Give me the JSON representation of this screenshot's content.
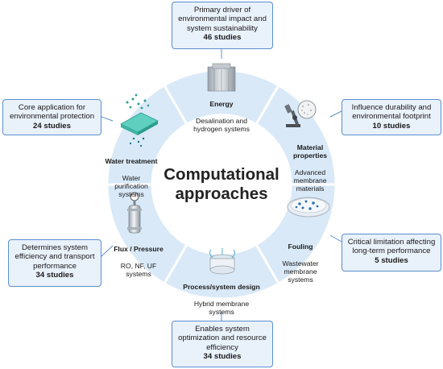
{
  "center_title": "Computational\napproaches",
  "segments": [
    {
      "id": "energy",
      "title": "Energy",
      "subtitle": "Desalination and\nhydrogen systems",
      "icon": "building-icon"
    },
    {
      "id": "material",
      "title": "Material\nproperties",
      "subtitle": "Advanced\nmembrane\nmaterials",
      "icon": "microscope-icon"
    },
    {
      "id": "fouling",
      "title": "Fouling",
      "subtitle": "Wastewater\nmembrane\nsystems",
      "icon": "petri-dish-icon"
    },
    {
      "id": "process",
      "title": "Process/system design",
      "subtitle": "Hybrid membrane\nsystems",
      "icon": "membrane-module-icon"
    },
    {
      "id": "flux",
      "title": "Flux / Pressure",
      "subtitle": "RO, NF, UF\nsystems",
      "icon": "pressure-vessel-icon"
    },
    {
      "id": "water",
      "title": "Water treatment",
      "subtitle": "Water\npurification\nsystems",
      "icon": "filter-membrane-icon"
    }
  ],
  "boxes": {
    "energy": {
      "desc": "Primary driver of\nenvironmental impact and\nsystem sustainability",
      "count": "46 studies"
    },
    "material": {
      "desc": "Influence durability and\nenvironmental footprint",
      "count": "10 studies"
    },
    "fouling": {
      "desc": "Critical limitation affecting\nlong-term performance",
      "count": "5 studies"
    },
    "process": {
      "desc": "Enables system\noptimization and resource\nefficiency",
      "count": "34 studies"
    },
    "flux": {
      "desc": "Determines system\nefficiency and transport\nperformance",
      "count": "34 studies"
    },
    "water": {
      "desc": "Core application for\nenvironmental protection",
      "count": "24 studies"
    }
  },
  "colors": {
    "ring": "#d9e9f8",
    "box_fill": "#e9f1fb",
    "box_border": "#5b8fd0",
    "connector": "#5b8fd0"
  }
}
